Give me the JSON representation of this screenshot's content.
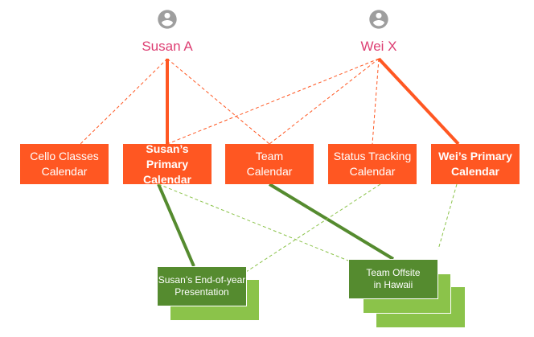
{
  "people": [
    {
      "id": "susan",
      "name": "Susan A",
      "icon": "account-circle-icon"
    },
    {
      "id": "wei",
      "name": "Wei X",
      "icon": "account-circle-icon"
    }
  ],
  "calendars": [
    {
      "id": "cello",
      "line1": "Cello Classes",
      "line2": "Calendar",
      "primary": false
    },
    {
      "id": "susan-primary",
      "line1": "Susan’s Primary",
      "line2": "Calendar",
      "primary": true
    },
    {
      "id": "team",
      "line1": "Team",
      "line2": "Calendar",
      "primary": false
    },
    {
      "id": "status",
      "line1": "Status Tracking",
      "line2": "Calendar",
      "primary": false
    },
    {
      "id": "wei-primary",
      "line1": "Wei’s Primary",
      "line2": "Calendar",
      "primary": true
    }
  ],
  "events": [
    {
      "id": "presentation",
      "line1": "Susan’s End-of-year",
      "line2": "Presentation"
    },
    {
      "id": "offsite",
      "line1": "Team Offsite",
      "line2": "in Hawaii"
    }
  ],
  "connections": [
    {
      "from": "susan",
      "to": "cello",
      "style": "dashed"
    },
    {
      "from": "susan",
      "to": "susan-primary",
      "style": "solid"
    },
    {
      "from": "susan",
      "to": "team",
      "style": "dashed"
    },
    {
      "from": "wei",
      "to": "susan-primary",
      "style": "dashed"
    },
    {
      "from": "wei",
      "to": "team",
      "style": "dashed"
    },
    {
      "from": "wei",
      "to": "status",
      "style": "dashed"
    },
    {
      "from": "wei",
      "to": "wei-primary",
      "style": "solid"
    },
    {
      "from": "susan-primary",
      "to": "presentation",
      "style": "solid"
    },
    {
      "from": "susan-primary",
      "to": "offsite",
      "style": "dashed"
    },
    {
      "from": "team",
      "to": "offsite",
      "style": "solid"
    },
    {
      "from": "status",
      "to": "presentation",
      "style": "dashed"
    },
    {
      "from": "wei-primary",
      "to": "offsite",
      "style": "dashed"
    }
  ],
  "colors": {
    "person_name": "#dd3f73",
    "avatar": "#9e9e9e",
    "calendar": "#ff5722",
    "event_front": "#558b2f",
    "event_back": "#8bc34a"
  }
}
